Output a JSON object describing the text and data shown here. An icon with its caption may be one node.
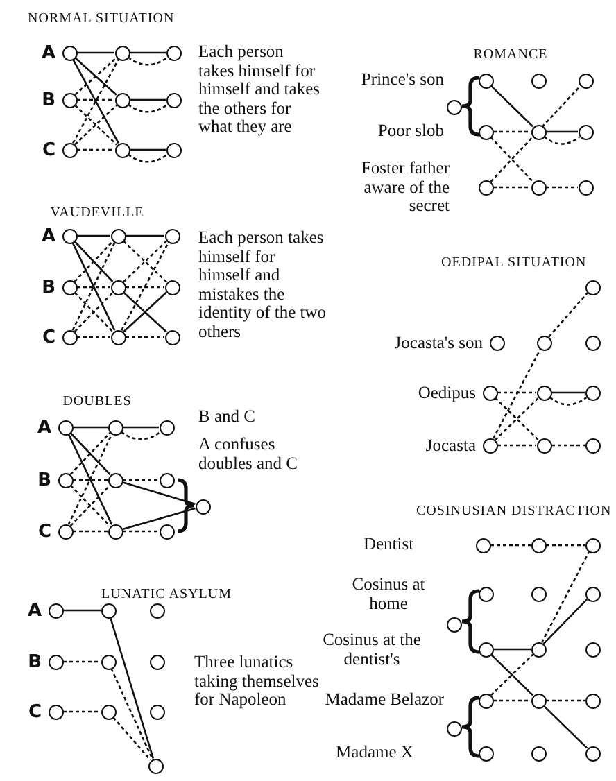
{
  "diagram": {
    "nodes": [
      {
        "text": [],
        "shape": "circle",
        "beside": [
          "A"
        ]
      },
      {
        "text": [],
        "shape": "circle"
      },
      {
        "text": [],
        "shape": "circle"
      },
      {
        "text": [],
        "shape": "circle",
        "beside": [
          "B"
        ]
      },
      {
        "text": [],
        "shape": "circle"
      },
      {
        "text": [],
        "shape": "circle"
      },
      {
        "text": [],
        "shape": "circle",
        "beside": [
          "C"
        ]
      },
      {
        "text": [],
        "shape": "circle"
      },
      {
        "text": [],
        "shape": "circle"
      },
      {
        "text": [],
        "shape": "circle",
        "beside": [
          "A"
        ]
      },
      {
        "text": [],
        "shape": "circle"
      },
      {
        "text": [],
        "shape": "circle"
      },
      {
        "text": [],
        "shape": "circle",
        "beside": [
          "B"
        ]
      },
      {
        "text": [],
        "shape": "circle"
      },
      {
        "text": [],
        "shape": "circle"
      },
      {
        "text": [],
        "shape": "circle",
        "beside": [
          "C"
        ]
      },
      {
        "text": [],
        "shape": "circle"
      },
      {
        "text": [],
        "shape": "circle"
      },
      {
        "text": [],
        "shape": "circle",
        "beside": [
          "A"
        ]
      },
      {
        "text": [],
        "shape": "circle"
      },
      {
        "text": [],
        "shape": "circle"
      },
      {
        "text": [],
        "shape": "circle",
        "beside": [
          "B"
        ]
      },
      {
        "text": [],
        "shape": "circle"
      },
      {
        "text": [],
        "shape": "circle"
      },
      {
        "text": [],
        "shape": "circle",
        "beside": [
          "C"
        ]
      },
      {
        "text": [],
        "shape": "circle"
      },
      {
        "text": [],
        "shape": "circle"
      },
      {
        "text": [],
        "shape": "circle"
      },
      {
        "text": [],
        "shape": "circle",
        "beside": [
          "A"
        ]
      },
      {
        "text": [],
        "shape": "circle"
      },
      {
        "text": [],
        "shape": "circle"
      },
      {
        "text": [],
        "shape": "circle",
        "beside": [
          "B"
        ]
      },
      {
        "text": [],
        "shape": "circle"
      },
      {
        "text": [],
        "shape": "circle"
      },
      {
        "text": [],
        "shape": "circle",
        "beside": [
          "C"
        ]
      },
      {
        "text": [],
        "shape": "circle"
      },
      {
        "text": [],
        "shape": "circle"
      },
      {
        "text": [],
        "shape": "circle"
      },
      {
        "text": [],
        "shape": "circle"
      },
      {
        "text": [],
        "shape": "circle"
      },
      {
        "text": [],
        "shape": "circle"
      },
      {
        "text": [],
        "shape": "circle"
      },
      {
        "text": [],
        "shape": "circle"
      },
      {
        "text": [],
        "shape": "circle"
      },
      {
        "text": [],
        "shape": "circle"
      },
      {
        "text": [],
        "shape": "circle"
      },
      {
        "text": [],
        "shape": "circle"
      },
      {
        "text": [],
        "shape": "circle"
      },
      {
        "text": [],
        "shape": "circle"
      },
      {
        "text": [],
        "shape": "circle",
        "beside": [
          "Jocasta's son"
        ]
      },
      {
        "text": [],
        "shape": "circle"
      },
      {
        "text": [],
        "shape": "circle"
      },
      {
        "text": [],
        "shape": "circle",
        "beside": [
          "Oedipus"
        ]
      },
      {
        "text": [],
        "shape": "circle"
      },
      {
        "text": [],
        "shape": "circle"
      },
      {
        "text": [],
        "shape": "circle",
        "beside": [
          "Jocasta"
        ]
      },
      {
        "text": [],
        "shape": "circle"
      },
      {
        "text": [],
        "shape": "circle"
      },
      {
        "text": [],
        "shape": "circle"
      },
      {
        "text": [],
        "shape": "circle"
      },
      {
        "text": [],
        "shape": "circle"
      },
      {
        "text": [],
        "shape": "circle"
      },
      {
        "text": [],
        "shape": "circle"
      },
      {
        "text": [],
        "shape": "circle"
      },
      {
        "text": [],
        "shape": "circle"
      },
      {
        "text": [],
        "shape": "circle"
      },
      {
        "text": [],
        "shape": "circle"
      },
      {
        "text": [],
        "shape": "circle"
      },
      {
        "text": [],
        "shape": "circle"
      },
      {
        "text": [],
        "shape": "circle"
      },
      {
        "text": [],
        "shape": "circle"
      },
      {
        "text": [],
        "shape": "circle"
      },
      {
        "text": [],
        "shape": "circle"
      },
      {
        "text": [],
        "shape": "circle"
      },
      {
        "text": [],
        "shape": "circle"
      }
    ],
    "edges": [
      {
        "from": 0,
        "to": 1,
        "arrow": "none"
      },
      {
        "from": 0,
        "to": 4,
        "arrow": "none"
      },
      {
        "from": 0,
        "to": 7,
        "arrow": "none"
      },
      {
        "from": 3,
        "to": 4,
        "arrow": "none",
        "style": "dashed"
      },
      {
        "from": 3,
        "to": 1,
        "arrow": "none",
        "style": "dashed"
      },
      {
        "from": 3,
        "to": 7,
        "arrow": "none",
        "style": "dashed"
      },
      {
        "from": 6,
        "to": 7,
        "arrow": "none",
        "style": "dashed"
      },
      {
        "from": 6,
        "to": 1,
        "arrow": "none",
        "style": "dashed"
      },
      {
        "from": 6,
        "to": 4,
        "arrow": "none",
        "style": "dashed"
      },
      {
        "from": 1,
        "to": 2,
        "arrow": "none"
      },
      {
        "from": 1,
        "to": 2,
        "arrow": "none",
        "style": "dashed"
      },
      {
        "from": 4,
        "to": 5,
        "arrow": "none"
      },
      {
        "from": 4,
        "to": 5,
        "arrow": "none",
        "style": "dashed"
      },
      {
        "from": 7,
        "to": 8,
        "arrow": "none"
      },
      {
        "from": 7,
        "to": 8,
        "arrow": "none",
        "style": "dashed"
      },
      {
        "from": 9,
        "to": 10,
        "arrow": "none"
      },
      {
        "from": 9,
        "to": 13,
        "arrow": "none"
      },
      {
        "from": 9,
        "to": 16,
        "arrow": "none"
      },
      {
        "from": 12,
        "to": 13,
        "arrow": "none",
        "style": "dashed"
      },
      {
        "from": 12,
        "to": 10,
        "arrow": "none",
        "style": "dashed"
      },
      {
        "from": 12,
        "to": 16,
        "arrow": "none",
        "style": "dashed"
      },
      {
        "from": 15,
        "to": 16,
        "arrow": "none",
        "style": "dashed"
      },
      {
        "from": 15,
        "to": 10,
        "arrow": "none",
        "style": "dashed"
      },
      {
        "from": 15,
        "to": 13,
        "arrow": "none",
        "style": "dashed"
      },
      {
        "from": 10,
        "to": 11,
        "arrow": "none"
      },
      {
        "from": 13,
        "to": 17,
        "arrow": "none"
      },
      {
        "from": 16,
        "to": 14,
        "arrow": "none"
      },
      {
        "from": 10,
        "to": 14,
        "arrow": "none",
        "style": "dashed"
      },
      {
        "from": 13,
        "to": 11,
        "arrow": "none",
        "style": "dashed"
      },
      {
        "from": 16,
        "to": 11,
        "arrow": "none",
        "style": "dashed"
      },
      {
        "from": 13,
        "to": 14,
        "arrow": "none",
        "style": "dashed"
      },
      {
        "from": 16,
        "to": 17,
        "arrow": "none",
        "style": "dashed"
      },
      {
        "from": 18,
        "to": 19,
        "arrow": "none"
      },
      {
        "from": 18,
        "to": 22,
        "arrow": "none"
      },
      {
        "from": 18,
        "to": 25,
        "arrow": "none"
      },
      {
        "from": 21,
        "to": 22,
        "arrow": "none",
        "style": "dashed"
      },
      {
        "from": 21,
        "to": 19,
        "arrow": "none",
        "style": "dashed"
      },
      {
        "from": 21,
        "to": 25,
        "arrow": "none",
        "style": "dashed"
      },
      {
        "from": 24,
        "to": 25,
        "arrow": "none",
        "style": "dashed"
      },
      {
        "from": 24,
        "to": 19,
        "arrow": "none",
        "style": "dashed"
      },
      {
        "from": 24,
        "to": 22,
        "arrow": "none",
        "style": "dashed"
      },
      {
        "from": 19,
        "to": 20,
        "arrow": "none"
      },
      {
        "from": 19,
        "to": 20,
        "arrow": "none",
        "style": "dashed"
      },
      {
        "from": 22,
        "to": 23,
        "arrow": "none",
        "style": "dashed"
      },
      {
        "from": 25,
        "to": 26,
        "arrow": "none",
        "style": "dashed"
      },
      {
        "from": 22,
        "to": 27,
        "arrow": "none"
      },
      {
        "from": 25,
        "to": 27,
        "arrow": "none"
      },
      {
        "from": 28,
        "to": 29,
        "arrow": "none"
      },
      {
        "from": 31,
        "to": 32,
        "arrow": "none",
        "style": "dashed"
      },
      {
        "from": 34,
        "to": 35,
        "arrow": "none",
        "style": "dashed"
      },
      {
        "from": 29,
        "to": 37,
        "arrow": "none"
      },
      {
        "from": 32,
        "to": 37,
        "arrow": "none",
        "style": "dashed"
      },
      {
        "from": 35,
        "to": 37,
        "arrow": "none",
        "style": "dashed"
      },
      {
        "from": 38,
        "to": 43,
        "arrow": "none"
      },
      {
        "from": 42,
        "to": 43,
        "arrow": "none",
        "style": "dashed"
      },
      {
        "from": 43,
        "to": 44,
        "arrow": "none"
      },
      {
        "from": 43,
        "to": 44,
        "arrow": "none",
        "style": "dashed"
      },
      {
        "from": 45,
        "to": 40,
        "arrow": "none",
        "style": "dashed"
      },
      {
        "from": 42,
        "to": 46,
        "arrow": "none",
        "style": "dashed"
      },
      {
        "from": 45,
        "to": 46,
        "arrow": "none",
        "style": "dashed"
      },
      {
        "from": 46,
        "to": 47,
        "arrow": "none",
        "style": "dashed"
      },
      {
        "from": 55,
        "to": 50,
        "arrow": "none",
        "style": "dashed"
      },
      {
        "from": 50,
        "to": 48,
        "arrow": "none",
        "style": "dashed"
      },
      {
        "from": 52,
        "to": 53,
        "arrow": "none",
        "style": "dashed"
      },
      {
        "from": 53,
        "to": 54,
        "arrow": "none"
      },
      {
        "from": 53,
        "to": 54,
        "arrow": "none",
        "style": "dashed"
      },
      {
        "from": 52,
        "to": 56,
        "arrow": "none",
        "style": "dashed"
      },
      {
        "from": 55,
        "to": 53,
        "arrow": "none",
        "style": "dashed"
      },
      {
        "from": 55,
        "to": 56,
        "arrow": "none",
        "style": "dashed"
      },
      {
        "from": 56,
        "to": 57,
        "arrow": "none",
        "style": "dashed"
      },
      {
        "from": 58,
        "to": 59,
        "arrow": "none",
        "style": "dashed"
      },
      {
        "from": 59,
        "to": 60,
        "arrow": "none",
        "style": "dashed"
      },
      {
        "from": 68,
        "to": 66,
        "arrow": "none",
        "style": "dashed"
      },
      {
        "from": 66,
        "to": 60,
        "arrow": "none",
        "style": "dashed"
      },
      {
        "from": 65,
        "to": 66,
        "arrow": "none"
      },
      {
        "from": 66,
        "to": 63,
        "arrow": "none"
      },
      {
        "from": 65,
        "to": 69,
        "arrow": "none"
      },
      {
        "from": 69,
        "to": 74,
        "arrow": "none"
      },
      {
        "from": 68,
        "to": 69,
        "arrow": "none",
        "style": "dashed"
      },
      {
        "from": 69,
        "to": 70,
        "arrow": "none",
        "style": "dashed"
      }
    ],
    "labels": [
      "NORMAL SITUATION",
      "Each person takes himself for himself and takes the others for what they are",
      "ROMANCE",
      "Prince's son",
      "Poor slob",
      "Foster father aware of the secret",
      "VAUDEVILLE",
      "Each person takes himself for himself and mistakes the identity of the two others",
      "OEDIPAL SITUATION",
      "DOUBLES",
      "B and C",
      "A confuses doubles and C",
      "COSINUSIAN DISTRACTION",
      "Dentist",
      "LUNATIC ASYLUM",
      "Cosinus at home",
      "Cosinus at the dentist's",
      "Three lunatics taking themselves for Napoleon",
      "Madame Belazor",
      "Madame X"
    ]
  }
}
